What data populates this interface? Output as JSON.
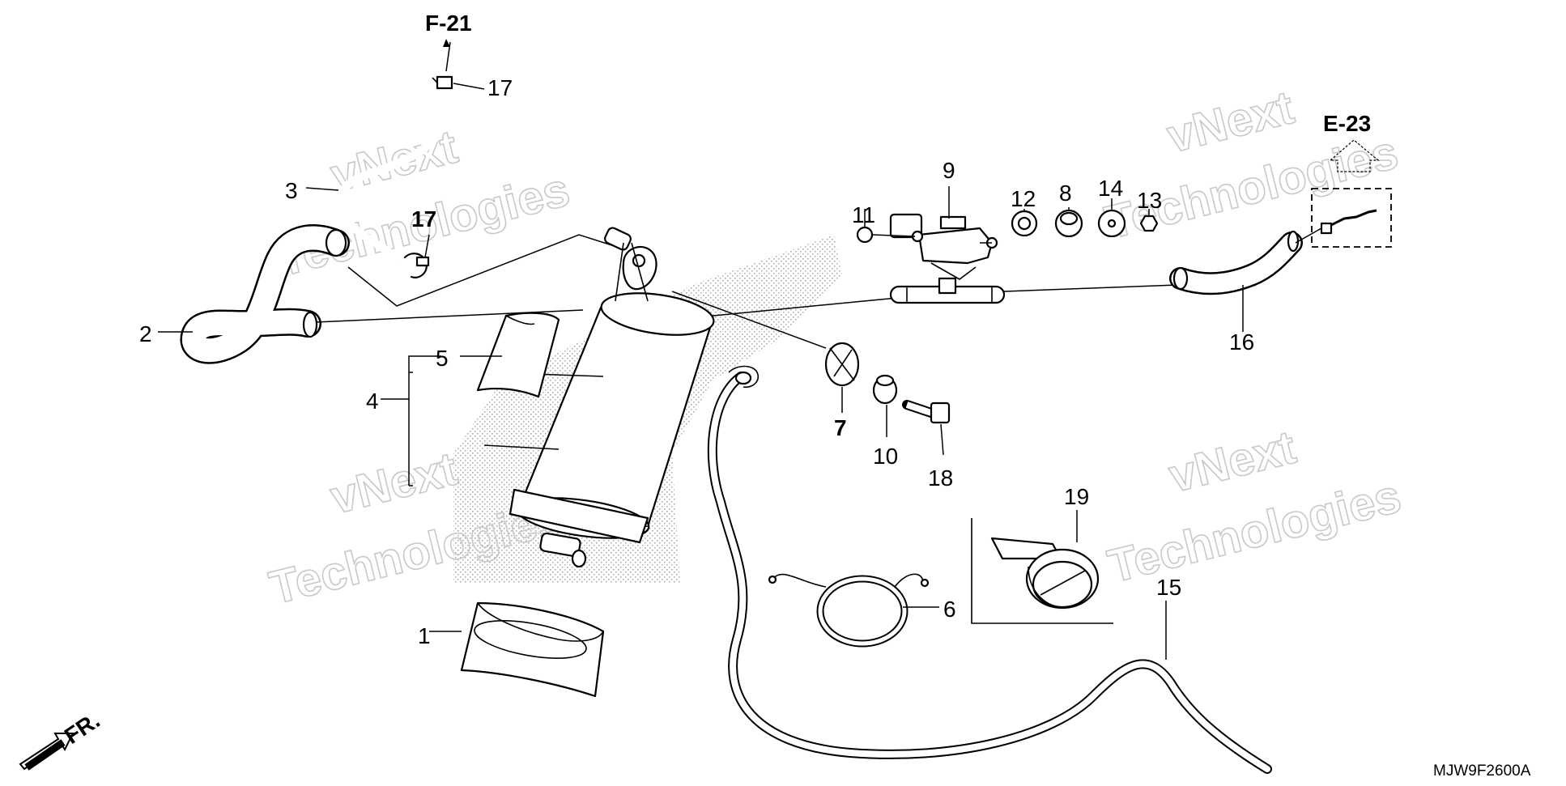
{
  "diagram": {
    "part_labels": [
      "1",
      "2",
      "3",
      "4",
      "5",
      "6",
      "7",
      "8",
      "9",
      "10",
      "11",
      "12",
      "13",
      "14",
      "15",
      "16",
      "17",
      "17",
      "18",
      "19"
    ],
    "reference_labels": [
      "F-21",
      "E-23"
    ],
    "front_indicator": "FR.",
    "diagram_code": "MJW9F2600A",
    "watermark": {
      "line1": "vNext",
      "line2": "Technologies"
    }
  }
}
